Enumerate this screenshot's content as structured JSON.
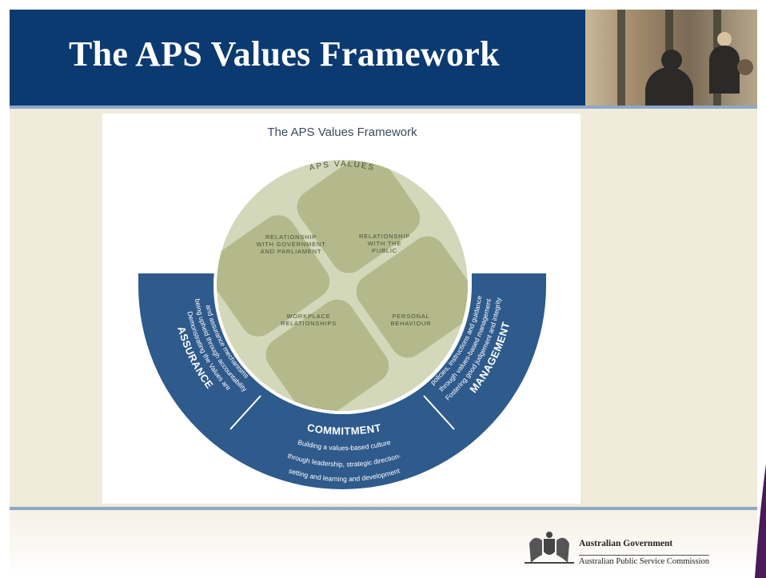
{
  "slide": {
    "title": "The APS Values Framework"
  },
  "diagram": {
    "title": "The APS Values Framework",
    "center_label": "APS VALUES",
    "quadrants": [
      {
        "lines": [
          "RELATIONSHIP",
          "WITH GOVERNMENT",
          "AND PARLIAMENT"
        ]
      },
      {
        "lines": [
          "RELATIONSHIP",
          "WITH THE",
          "PUBLIC"
        ]
      },
      {
        "lines": [
          "WORKPLACE",
          "RELATIONSHIPS"
        ]
      },
      {
        "lines": [
          "PERSONAL",
          "BEHAVIOUR"
        ]
      }
    ],
    "arc_sections": [
      {
        "heading": "ASSURANCE",
        "lines": [
          "Demonstrating the Values are",
          "being upheld through accountability",
          "and assurance mechanisms"
        ]
      },
      {
        "heading": "COMMITMENT",
        "lines": [
          "Building a values-based culture",
          "through leadership, strategic direction-",
          "setting and learning and development"
        ]
      },
      {
        "heading": "MANAGEMENT",
        "lines": [
          "Fostering good judgement and integrity",
          "through values-based management",
          "policies, instructions and guidance"
        ]
      }
    ],
    "colors": {
      "band": "#2e5a8c",
      "circle_light": "#d4d8ba",
      "tile": "#b3b98a"
    }
  },
  "footer": {
    "government": "Australian Government",
    "agency": "Australian Public Service Commission"
  }
}
